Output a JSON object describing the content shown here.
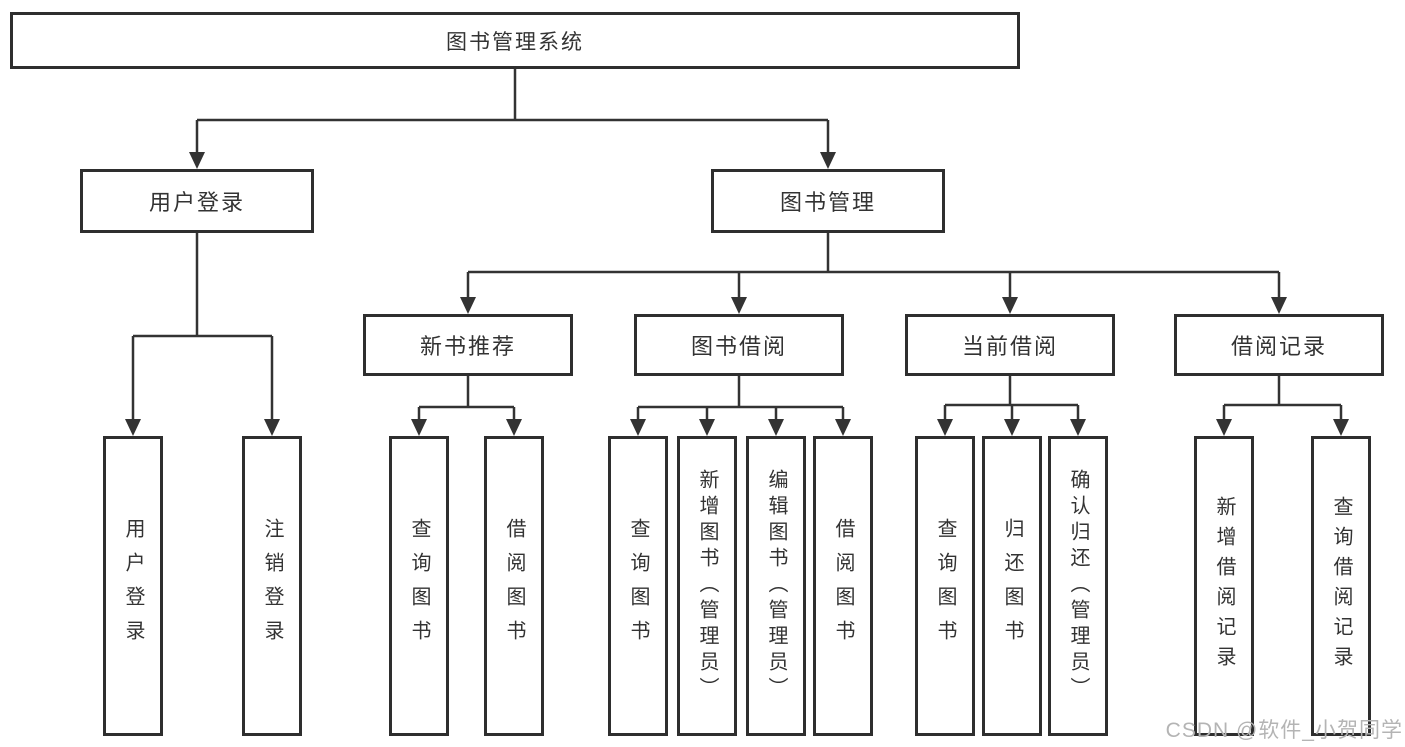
{
  "diagram": {
    "root": {
      "label": "图书管理系统"
    },
    "level2": [
      {
        "label": "用户登录"
      },
      {
        "label": "图书管理"
      }
    ],
    "level3": [
      {
        "label": "新书推荐"
      },
      {
        "label": "图书借阅"
      },
      {
        "label": "当前借阅"
      },
      {
        "label": "借阅记录"
      }
    ],
    "leaves": {
      "user_login": [
        "用户登录",
        "注销登录"
      ],
      "new_book_recommend": [
        "查询图书",
        "借阅图书"
      ],
      "book_borrow": [
        "查询图书",
        "新增图书（管理员）",
        "编辑图书（管理员）",
        "借阅图书"
      ],
      "current_borrow": [
        "查询图书",
        "归还图书",
        "确认归还（管理员）"
      ],
      "borrow_record": [
        "新增借阅记录",
        "查询借阅记录"
      ]
    }
  },
  "watermark": {
    "text": "CSDN @软件_小贺同学"
  },
  "colors": {
    "line": "#333333",
    "box_border": "#2e2e2e",
    "text": "#333333",
    "background": "#ffffff",
    "watermark": "#b4b4b4"
  }
}
